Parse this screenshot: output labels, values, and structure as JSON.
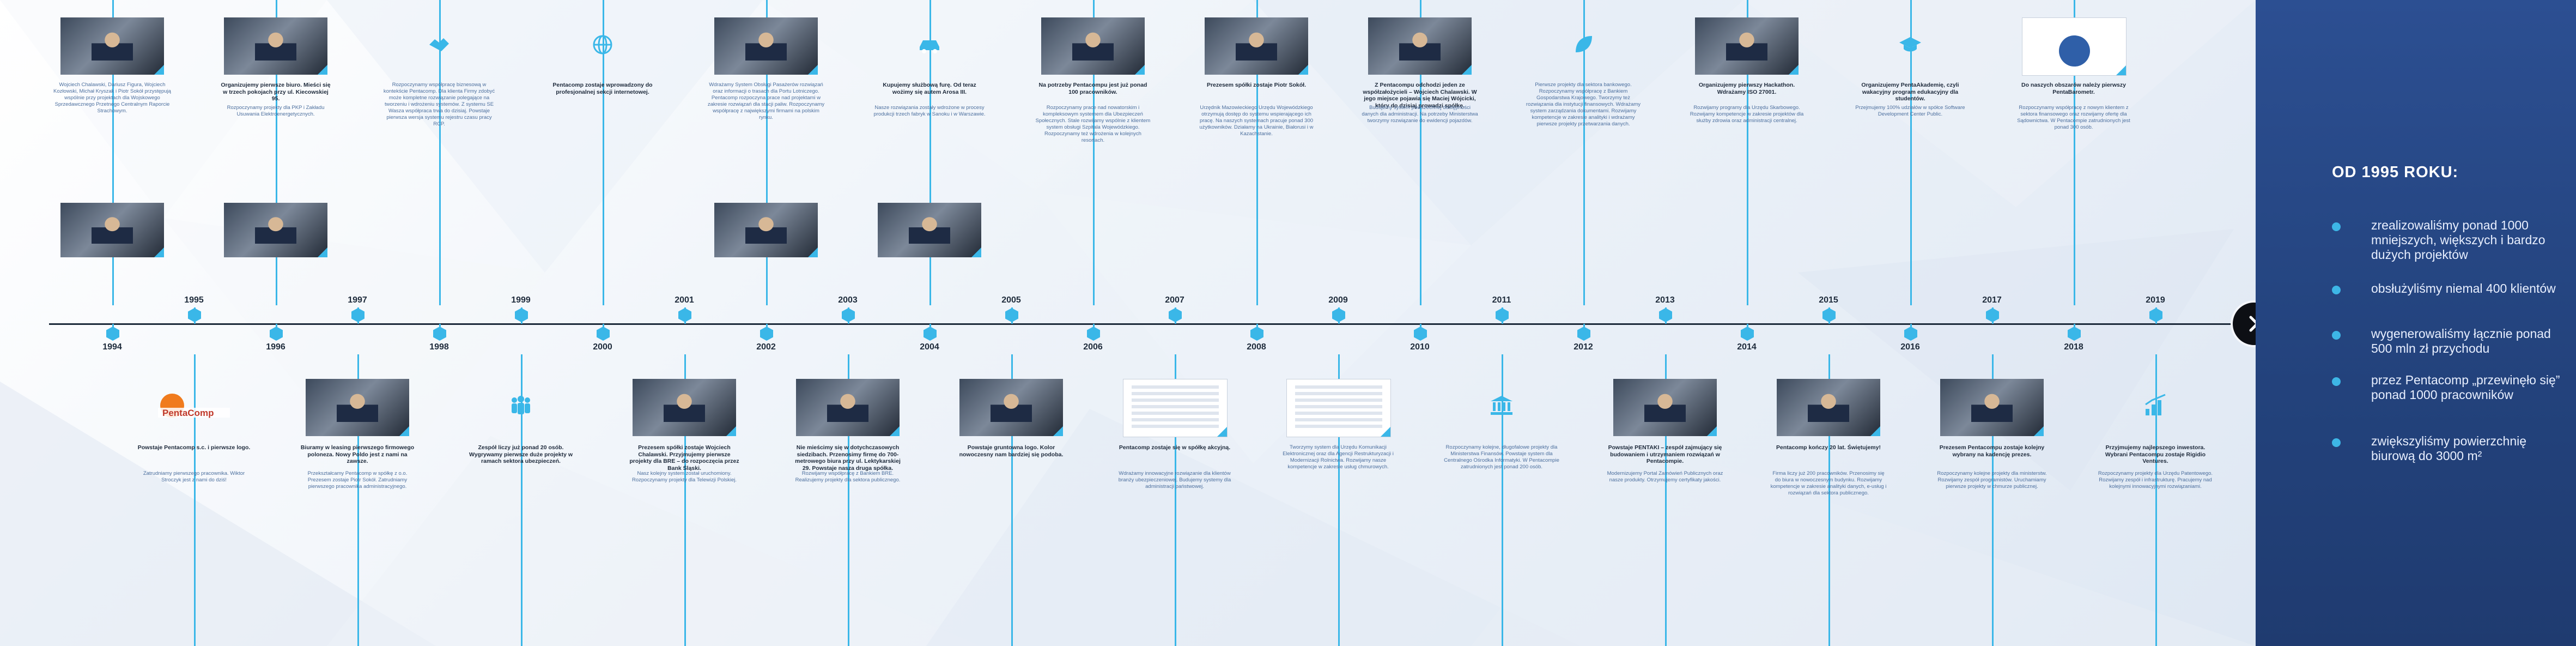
{
  "sidebar": {
    "heading": "OD 1995 ROKU:",
    "items": [
      "zrealizowaliśmy ponad 1000 mniejszych, większych i bardzo dużych projektów",
      "obsłużyliśmy niemal 400 klientów",
      "wygenerowaliśmy łącznie ponad 500 mln zł przychodu",
      "przez Pentacomp „przewinęło się” ponad 1000 pracowników",
      "zwiększyliśmy powierzchnię biurową do 3000 m²"
    ]
  },
  "next_button": {
    "icon": "chevron-right-icon"
  },
  "colors": {
    "accent": "#3ab7e8",
    "sidebar": "#24447f",
    "axis": "#1c2a3a"
  },
  "years_top": [
    "1995",
    "1997",
    "1999",
    "2001",
    "2003",
    "2005",
    "2007",
    "2009",
    "2011",
    "2013",
    "2015",
    "2017",
    "2019"
  ],
  "years_bottom": [
    "1994",
    "1996",
    "1998",
    "2000",
    "2002",
    "2004",
    "2006",
    "2008",
    "2010",
    "2012",
    "2014",
    "2016",
    "2018"
  ],
  "logo_text": "PentaComp",
  "top_events": [
    {
      "title": "",
      "text": "Wojciech Chalawski, Dariusz Figura, Wojciech Kozłowski, Michał Kryszak i Piotr Sokół przystępują wspólnie przy projektach dla Wojskowego Sprzedawcznego Przetnego Centralnym Raporcie Strachowym."
    },
    {
      "title": "Organizujemy pierwsze biuro. Mieści się w trzech pokojach przy ul. Kiecowskiej 95.",
      "text": "Rozpoczynamy projekty dla PKP i Zakładu Usuwania Elektroenergetycznych."
    },
    {
      "title": "",
      "text": "Rozpoczynamy współpracę biznesową w kontekście Pentacomp. Dla klienta Firmy zdobyć może kompletne rozwiązanie polegające na tworzeniu i wdrożeniu systemów. Z systemu SE Wasza współpraca trwa do dzisiaj. Powstaje pierwsza wersja systemu rejestru czasu pracy RCP."
    },
    {
      "title": "Pentacomp zostaje wprowadzony do profesjonalnej sekcji internetowej.",
      "text": ""
    },
    {
      "title": "",
      "text": "Wdrażamy System Obsługi Pasażerów rozwiązań oraz informacji o trasach dla Portu Lotniczego. Pentacomp rozpoczyna prace nad projektami w zakresie rozwiązań dla stacji paliw. Rozpoczynamy współpracę z największymi firmami na polskim rynku."
    },
    {
      "title": "Kupujemy służbową furę. Od teraz wożimy się autem Arosa III.",
      "text": "Nasze rozwiązania zostały wdrożone w procesy produkcji trzech fabryk w Sanoku i w Warszawie."
    },
    {
      "title": "Na potrzeby Pentacompu jest już ponad 100 pracowników.",
      "text": "Rozpoczynamy prace nad nowatorskim i kompleksowym systemem dla Ubezpieczeń Społecznych. Stale rozwijamy wspólnie z klientem system obsługi Szpitala Wojewódzkiego. Rozpoczynamy też wdrożenia w kolejnych resortach."
    },
    {
      "title": "Prezesem spółki zostaje Piotr Sokół.",
      "text": "Urzędnik Mazowieckiego Urzędu Wojewódzkiego otrzymują dostęp do systemu wspierającego ich pracę. Na naszych systemach pracuje ponad 300 użytkowników. Działamy na Ukrainie, Białorusi i w Kazachstanie."
    },
    {
      "title": "Z Pentacompu odchodzi jeden ze współzałożycieli – Wojciech Chalawski. W jego miejsce pojawia się Maciej Wójcicki, który do dzisiaj prowadzi spółkę.",
      "text": "Budujemy system powszechnej dostępności danych dla administracji. Na potrzeby Ministerstwa tworzymy rozwiązanie do ewidencji pojazdów."
    },
    {
      "title": "",
      "text": "Pierwsze projekty dla sektora bankowego. Rozpoczynamy współpracę z Bankiem Gospodarstwa Krajowego. Tworzymy też rozwiązania dla instytucji finansowych. Wdrażamy system zarządzania dokumentami. Rozwijamy kompetencje w zakresie analityki i wdrażamy pierwsze projekty przetwarzania danych."
    },
    {
      "title": "Organizujemy pierwszy Hackathon. Wdrażamy ISO 27001.",
      "text": "Rozwijamy programy dla Urzędu Skarbowego. Rozwijamy kompetencje w zakresie projektów dla służby zdrowia oraz administracji centralnej."
    },
    {
      "title": "Organizujemy PentaAkademię, czyli wakacyjny program edukacyjny dla studentów.",
      "text": "Przejmujemy 100% udziałów w spółce Software Development Center Public."
    },
    {
      "title": "Do naszych obszarów należy pierwszy PentaBarometr.",
      "text": "Rozpoczynamy współpracę z nowym klientem z sektora finansowego oraz rozwijamy ofertę dla Sądownictwa. W Pentacompie zatrudnionych jest ponad 300 osób."
    }
  ],
  "bottom_events": [
    {
      "title": "Powstaje Pentacomp s.c. i pierwsze logo.",
      "text": "Zatrudniamy pierwszego pracownika. Wiktor Stroczyk jest z nami do dziś!"
    },
    {
      "title": "Biuramy w leasing pierwszego firmowego poloneza. Nowy Poldo jest z nami na zawsze.",
      "text": "Przekształcamy Pentacomp w spółkę z o.o. Prezesem zostaje Piotr Sokół. Zatrudniamy pierwszego pracownika administracyjnego."
    },
    {
      "title": "Zespół liczy już ponad 20 osób. Wygrywamy pierwsze duże projekty w ramach sektora ubezpieczeń.",
      "text": ""
    },
    {
      "title": "Prezesem spółki zostaje Wojciech Chalawski. Przyjmujemy pierwsze projekty dla BRE – do rozpoczęcia przez Bank Śląski.",
      "text": "Nasz kolejny system został uruchomiony. Rozpoczynamy projekty dla Telewizji Polskiej."
    },
    {
      "title": "Nie mieścimy się w dotychczasowych siedzibach. Przenosimy firmę do 700-metrowego biura przy ul. Lektykarskiej 29. Powstaje nasza druga spółka.",
      "text": "Rozwijamy współpracę z Bankiem BRE. Realizujemy projekty dla sektora publicznego."
    },
    {
      "title": "Powstaje gruntowna logo. Kolor nowoczesny nam bardziej się podoba.",
      "text": ""
    },
    {
      "title": "Pentacomp zostaje się w spółkę akcyjną.",
      "text": "Wdrażamy innowacyjne rozwiązanie dla klientów branży ubezpieczeniowej. Budujemy systemy dla administracji państwowej."
    },
    {
      "title": "",
      "text": "Tworzymy system dla Urzędu Komunikacji Elektronicznej oraz dla Agencji Restrukturyzacji i Modernizacji Rolnictwa. Rozwijamy nasze kompetencje w zakresie usług chmurowych."
    },
    {
      "title": "",
      "text": "Rozpoczynamy kolejne, długofalowe projekty dla Ministerstwa Finansów. Powstaje system dla Centralnego Ośrodka Informatyki. W Pentacompie zatrudnionych jest ponad 200 osób."
    },
    {
      "title": "Powstaje PENTAKI – zespół zajmujący się budowaniem i utrzymaniem rozwiązań w Pentacompie.",
      "text": "Modernizujemy Portal Zamówień Publicznych oraz nasze produkty. Otrzymujemy certyfikaty jakości."
    },
    {
      "title": "Pentacomp kończy 20 lat. Świętujemy!",
      "text": "Firma liczy już 200 pracowników. Przenosimy się do biura w nowoczesnym budynku. Rozwijamy kompetencje w zakresie analityki danych, e-usług i rozwiązań dla sektora publicznego."
    },
    {
      "title": "Prezesem Pentacompu zostaje kolejny wybrany na kadencję prezes.",
      "text": "Rozpoczynamy kolejne projekty dla ministerstw. Rozwijamy zespół programistów. Uruchamiamy pierwsze projekty w chmurze publicznej."
    },
    {
      "title": "Przyjmujemy najlepszego inwestora. Wybrani Pentacompu zostaje Rigidio Ventures.",
      "text": "Rozpoczynamy projekty dla Urzędu Patentowego. Rozwijamy zespół i infrastrukturę. Pracujemy nad kolejnymi innowacyjnymi rozwiązaniami."
    }
  ]
}
